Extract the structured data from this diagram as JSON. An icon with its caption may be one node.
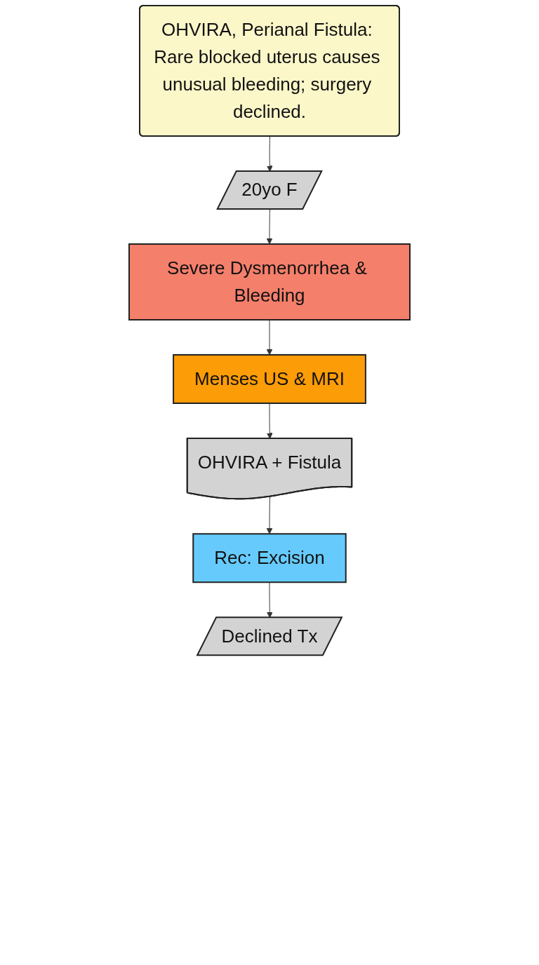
{
  "diagram": {
    "nodes": [
      {
        "text": [
          "OHVIRA, Perianal Fistula: Rare blocked uterus causes unusual bleeding; surgery declined."
        ]
      },
      {
        "text": [
          "20yo F"
        ]
      },
      {
        "text": [
          "Severe Dysmenorrhea & Bleeding"
        ]
      },
      {
        "text": [
          "Menses US & MRI"
        ]
      },
      {
        "text": [
          "OHVIRA + Fistula"
        ]
      },
      {
        "text": [
          "Rec: Excision"
        ]
      },
      {
        "text": [
          "Declined Tx"
        ]
      }
    ],
    "edges": [
      {
        "from": 0,
        "to": 1,
        "arrow": "to"
      },
      {
        "from": 1,
        "to": 2,
        "arrow": "to"
      },
      {
        "from": 2,
        "to": 3,
        "arrow": "to"
      },
      {
        "from": 3,
        "to": 4,
        "arrow": "to"
      },
      {
        "from": 4,
        "to": 5,
        "arrow": "to"
      },
      {
        "from": 5,
        "to": 6,
        "arrow": "to"
      }
    ]
  }
}
